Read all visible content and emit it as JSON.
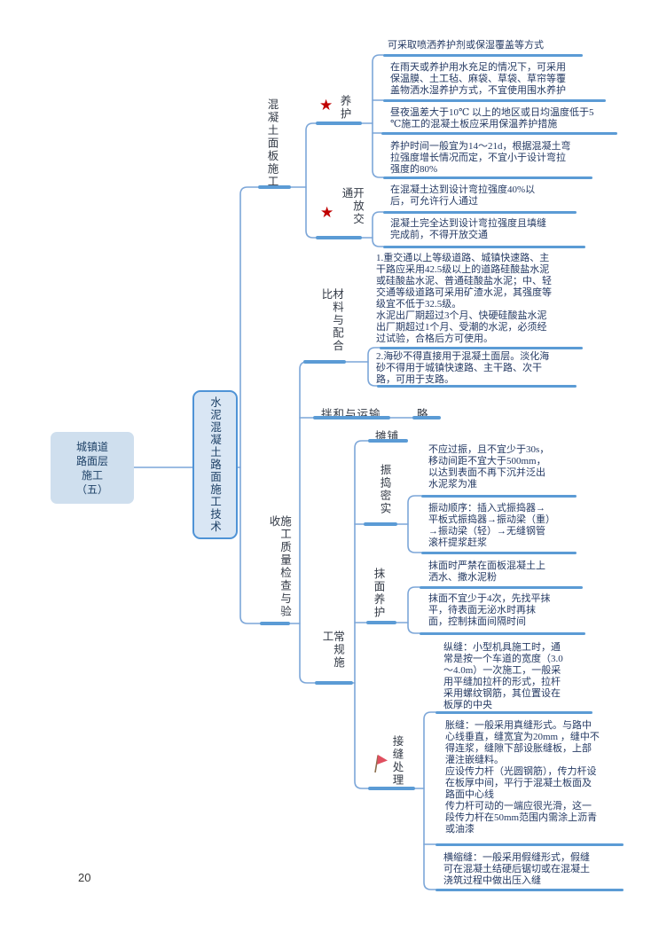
{
  "page": {
    "number": "20"
  },
  "colors": {
    "underline_bar": "#5b9bd5",
    "branch_line": "#7ca6d8",
    "root_fill": "#cfdfee",
    "level1_fill": "#d9e6f4",
    "level1_border": "#4f93d6",
    "leaf_text": "#253a63",
    "star_red": "#c00000",
    "flag_red": "#e04f5f"
  },
  "icons": {
    "star": "★"
  },
  "root": {
    "label": "城镇道\n路面层\n施工\n（五）"
  },
  "level1": {
    "label": "水泥混凝土路面施工技术"
  },
  "branches": {
    "panel": {
      "label": "混凝土面板施工"
    },
    "quality": {
      "label": "施工质量检查与验收"
    }
  },
  "nodes": {
    "curing": {
      "label": "养护"
    },
    "open_traffic": {
      "label": "开放交通"
    },
    "material": {
      "label": "材料与配合比"
    },
    "mixing": {
      "label": "拌和与运输",
      "note": "略"
    },
    "paving": {
      "label": "摊铺"
    },
    "vibration": {
      "label": "振捣密实"
    },
    "finishing": {
      "label": "抹面养护"
    },
    "routine": {
      "label": "常规施工"
    },
    "joints": {
      "label": "接缝处理"
    }
  },
  "leaves": {
    "curing": [
      "可采取喷洒养护剂或保湿覆盖等方式",
      "在雨天或养护用水充足的情况下，可采用保温膜、土工毡、麻袋、草袋、草帘等覆盖物洒水湿养护方式，不宜使用围水养护",
      "昼夜温差大于10℃ 以上的地区或日均温度低于5 ℃施工的混凝土板应采用保温养护措施",
      "养护时间一般宜为14～21d，根据混凝土弯拉强度增长情况而定，不宜小于设计弯拉强度的80%"
    ],
    "open_traffic": [
      "在混凝土达到设计弯拉强度40%以后，可允许行人通过",
      "混凝土完全达到设计弯拉强度且填缝完成前，不得开放交通"
    ],
    "material": [
      "1.重交通以上等级道路、城镇快速路、主干路应采用42.5级以上的道路硅酸盐水泥或硅酸盐水泥、普通硅酸盐水泥；中、轻交通等级道路可采用矿渣水泥，其强度等级宜不低于32.5级。\n水泥出厂期超过3个月、快硬硅酸盐水泥出厂期超过1个月、受潮的水泥，必须经过试验，合格后方可使用。",
      "2.海砂不得直接用于混凝土面层。淡化海砂不得用于城镇快速路、主干路、次干路，可用于支路。"
    ],
    "vibration": [
      "不应过振，且不宜少于30s，移动间距不宜大于500mm，以达到表面不再下沉并泛出水泥浆为准",
      "振动顺序：插入式振捣器→平板式振捣器→振动梁（重）→振动梁（轻）→无缝钢管滚杆提浆赶浆"
    ],
    "finishing": [
      "抹面时严禁在面板混凝土上洒水、撒水泥粉",
      "抹面不宜少于4次，先找平抹平，待表面无泌水时再抹面，控制抹面间隔时间"
    ],
    "joints": [
      "纵缝：小型机具施工时，通常是按一个车道的宽度（3.0～4.0m）一次施工，一般采用平缝加拉杆的形式，拉杆采用螺纹钢筋，其位置设在板厚的中央",
      "胀缝：一般采用真缝形式。与路中心线垂直，缝宽宜为20mm ，缝中不得连浆，缝隙下部设胀缝板，上部灌注嵌缝料。\n应设传力杆（光圆钢筋），传力杆设在板厚中间，平行于混凝土板面及路面中心线\n传力杆可动的一端应很光滑，这一段传力杆在50mm范围内需涂上沥青或油漆",
      "横缩缝：一般采用假缝形式，假缝可在混凝土结硬后锯切或在混凝土浇筑过程中做出压入缝"
    ]
  }
}
